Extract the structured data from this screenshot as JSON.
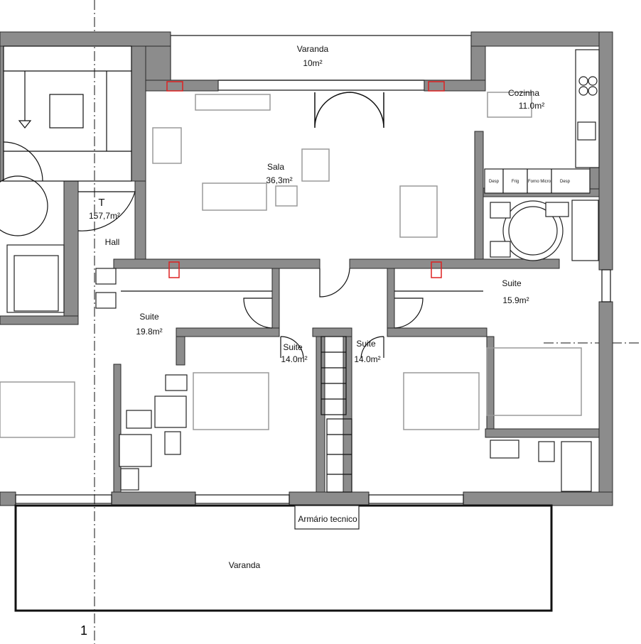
{
  "rooms": {
    "varanda_top": {
      "name": "Varanda",
      "area": "10m²"
    },
    "cozinha": {
      "name": "Cozinha",
      "area": "11.0m²"
    },
    "sala": {
      "name": "Sala",
      "area": "36,3m²"
    },
    "total": {
      "name": "T",
      "area": "157,7m²"
    },
    "hall": {
      "name": "Hall"
    },
    "suite_1": {
      "name": "Suite",
      "area": "19.8m²"
    },
    "suite_2": {
      "name": "Suite",
      "area": "14.0m²"
    },
    "suite_3": {
      "name": "Suite",
      "area": "14.0m²"
    },
    "suite_4": {
      "name": "Suite",
      "area": "15.9m²"
    },
    "armario": {
      "name": "Armário tecnico"
    },
    "varanda_bottom": {
      "name": "Varanda"
    }
  },
  "kitchen_units": [
    "Desp",
    "Frig",
    "Forno Micro",
    "Desp"
  ],
  "axis_label": "1"
}
